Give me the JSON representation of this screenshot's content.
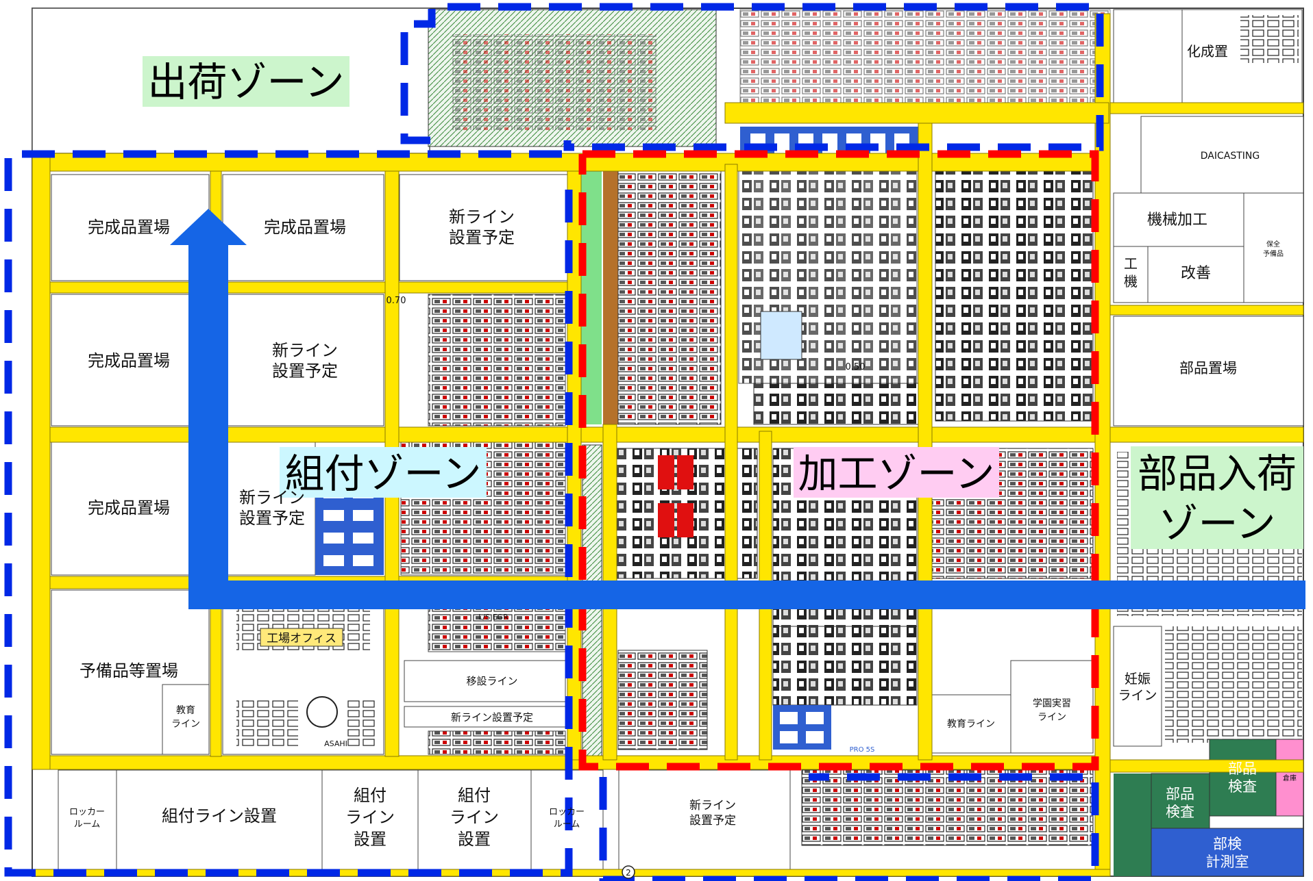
{
  "zones": {
    "shipping": "出荷ゾーン",
    "assembly": "組付ゾーン",
    "machining": "加工ゾーン",
    "parts_receiving_1": "部品入荷",
    "parts_receiving_2": "ゾーン"
  },
  "rooms": {
    "finished_1": "完成品置場",
    "finished_2": "完成品置場",
    "finished_3": "完成品置場",
    "finished_4": "完成品置場",
    "newline_a1": "新ライン",
    "newline_a2": "設置予定",
    "newline_b1": "新ライン",
    "newline_b2": "設置予定",
    "newline_c1": "新ライン",
    "newline_c2": "設置予定",
    "newline_d1": "新ライン",
    "newline_d2": "設置予定",
    "spare_parts": "予備品等置場",
    "education_1": "教育",
    "education_2": "ライン",
    "factory_office": "工場オフィス",
    "relocation_line": "移設ライン",
    "newline_plan": "新ライン設置予定",
    "locker_left_1": "ロッカー",
    "locker_left_2": "ルーム",
    "assembly_line_setup": "組付ライン設置",
    "assy_a1": "組付",
    "assy_a2": "ライン",
    "assy_a3": "設置",
    "assy_b1": "組付",
    "assy_b2": "ライン",
    "assy_b3": "設置",
    "locker_right_1": "ロッカー",
    "locker_right_2": "ルーム",
    "chemical": "化成置",
    "diecasting": "DAICASTING",
    "machining_work": "機械加工",
    "kou_1": "工",
    "kou_2": "機",
    "kaizen": "改善",
    "maint_1": "保全",
    "maint_2": "予備品",
    "parts_storage": "部品置場",
    "pregnancy_1": "妊娠",
    "pregnancy_2": "ライン",
    "education_line": "教育ライン",
    "school_1": "学園実習",
    "school_2": "ライン",
    "parts_insp_1a": "部品",
    "parts_insp_1b": "検査",
    "parts_insp_2a": "部品",
    "parts_insp_2b": "検査",
    "measure_1": "部検",
    "measure_2": "計測室",
    "warehouse": "倉庫",
    "dim_070": "0.70",
    "dim_050": "0.50",
    "circle_2": "2",
    "ls_egr": "L/S EGR",
    "asahi": "ASAHI",
    "pro": "PRO 5S"
  },
  "colors": {
    "aisle": "#ffe600",
    "zone_blue": "#0028e6",
    "zone_red": "#ff0000",
    "flow_arrow": "#1565e6",
    "bg_shipping": "#ccf5cc",
    "bg_assembly": "#ccf7ff",
    "bg_machining": "#ffccf2",
    "bg_receiving": "#ccf5cc",
    "green_room": "#2e7d52",
    "blue_room": "#2f5fd0",
    "pink_room": "#ff8fcf"
  }
}
